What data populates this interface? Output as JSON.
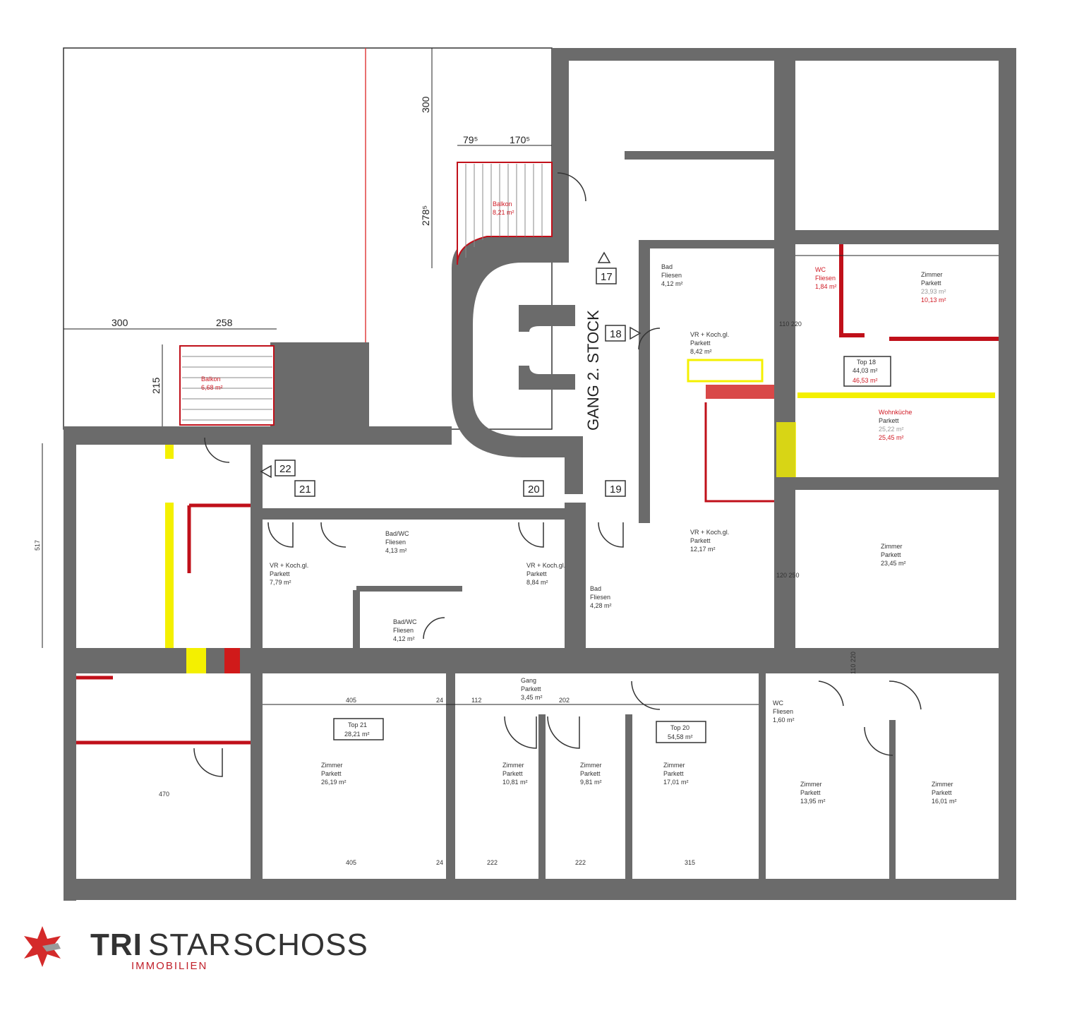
{
  "plan": {
    "title": "GANG 2. STOCK",
    "room_numbers": [
      "17",
      "18",
      "19",
      "20",
      "21",
      "22"
    ],
    "dimensions": {
      "top_courtyard": "300",
      "balcony_upper_w1": "79⁵",
      "balcony_upper_w2": "170⁵",
      "balcony_upper_h": "278⁵",
      "balcony_left_w1": "300",
      "balcony_left_w2": "258",
      "balcony_left_h": "215",
      "left_height": "517",
      "door_1": "110\n220",
      "door_2": "120\n250",
      "door_3": "110\n220",
      "row_dims": [
        "405",
        "24",
        "112",
        "202",
        "405",
        "24",
        "222",
        "222",
        "315",
        "470"
      ]
    },
    "balconies": [
      {
        "label": "Balkon",
        "area": "6,68 m²"
      },
      {
        "label": "Balkon",
        "area": "8,21 m²"
      }
    ],
    "units": [
      {
        "name": "Top 18",
        "area_old": "44,03 m²",
        "area_new": "46,53 m²"
      },
      {
        "name": "Top 21",
        "area": "28,21 m²"
      },
      {
        "name": "Top 20",
        "area": "54,58 m²"
      }
    ],
    "rooms": [
      {
        "name": "Zimmer",
        "floor": "Parkett",
        "area": "23,93 m²",
        "area_new": "10,13 m²"
      },
      {
        "name": "Wohnküche",
        "floor": "Parkett",
        "area": "25,22 m²",
        "area_new": "25,45 m²"
      },
      {
        "name": "Zimmer",
        "floor": "Parkett",
        "area": "23,45 m²"
      },
      {
        "name": "Bad",
        "floor": "Fliesen",
        "area": "4,12 m²"
      },
      {
        "name": "WC",
        "floor": "Fliesen",
        "area": "1,84 m²"
      },
      {
        "name": "VR + Koch.gl.",
        "floor": "Parkett",
        "area": "8,42 m²"
      },
      {
        "name": "VR + Koch.gl.",
        "floor": "Parkett",
        "area": "12,17 m²"
      },
      {
        "name": "Bad",
        "floor": "Fliesen",
        "area": "4,28 m²"
      },
      {
        "name": "VR + Koch.gl.",
        "floor": "Parkett",
        "area": "7,79 m²"
      },
      {
        "name": "Bad/WC",
        "floor": "Fliesen",
        "area": "4,13 m²"
      },
      {
        "name": "VR + Koch.gl.",
        "floor": "Parkett",
        "area": "8,84 m²"
      },
      {
        "name": "Bad/WC",
        "floor": "Fliesen",
        "area": "4,12 m²"
      },
      {
        "name": "Gang",
        "floor": "Parkett",
        "area": "3,45 m²"
      },
      {
        "name": "Zimmer",
        "floor": "Parkett",
        "area": "26,19 m²"
      },
      {
        "name": "Zimmer",
        "floor": "Parkett",
        "area": "10,81 m²"
      },
      {
        "name": "Zimmer",
        "floor": "Parkett",
        "area": "9,81 m²"
      },
      {
        "name": "Zimmer",
        "floor": "Parkett",
        "area": "17,01 m²"
      },
      {
        "name": "WC",
        "floor": "Fliesen",
        "area": "1,60 m²"
      },
      {
        "name": "Zimmer",
        "floor": "Parkett",
        "area": "13,95 m²"
      },
      {
        "name": "Zimmer",
        "floor": "Parkett",
        "area": "16,01 m²"
      }
    ]
  },
  "logo": {
    "part1": "TRI",
    "part2": "STAR",
    "part3": "SCHOSS",
    "subtitle": "IMMOBILIEN"
  },
  "colors": {
    "wall": "#6b6b6b",
    "accent_red": "#c0101a",
    "highlight_yellow": "#f4f000",
    "logo_red": "#d42a2a"
  }
}
